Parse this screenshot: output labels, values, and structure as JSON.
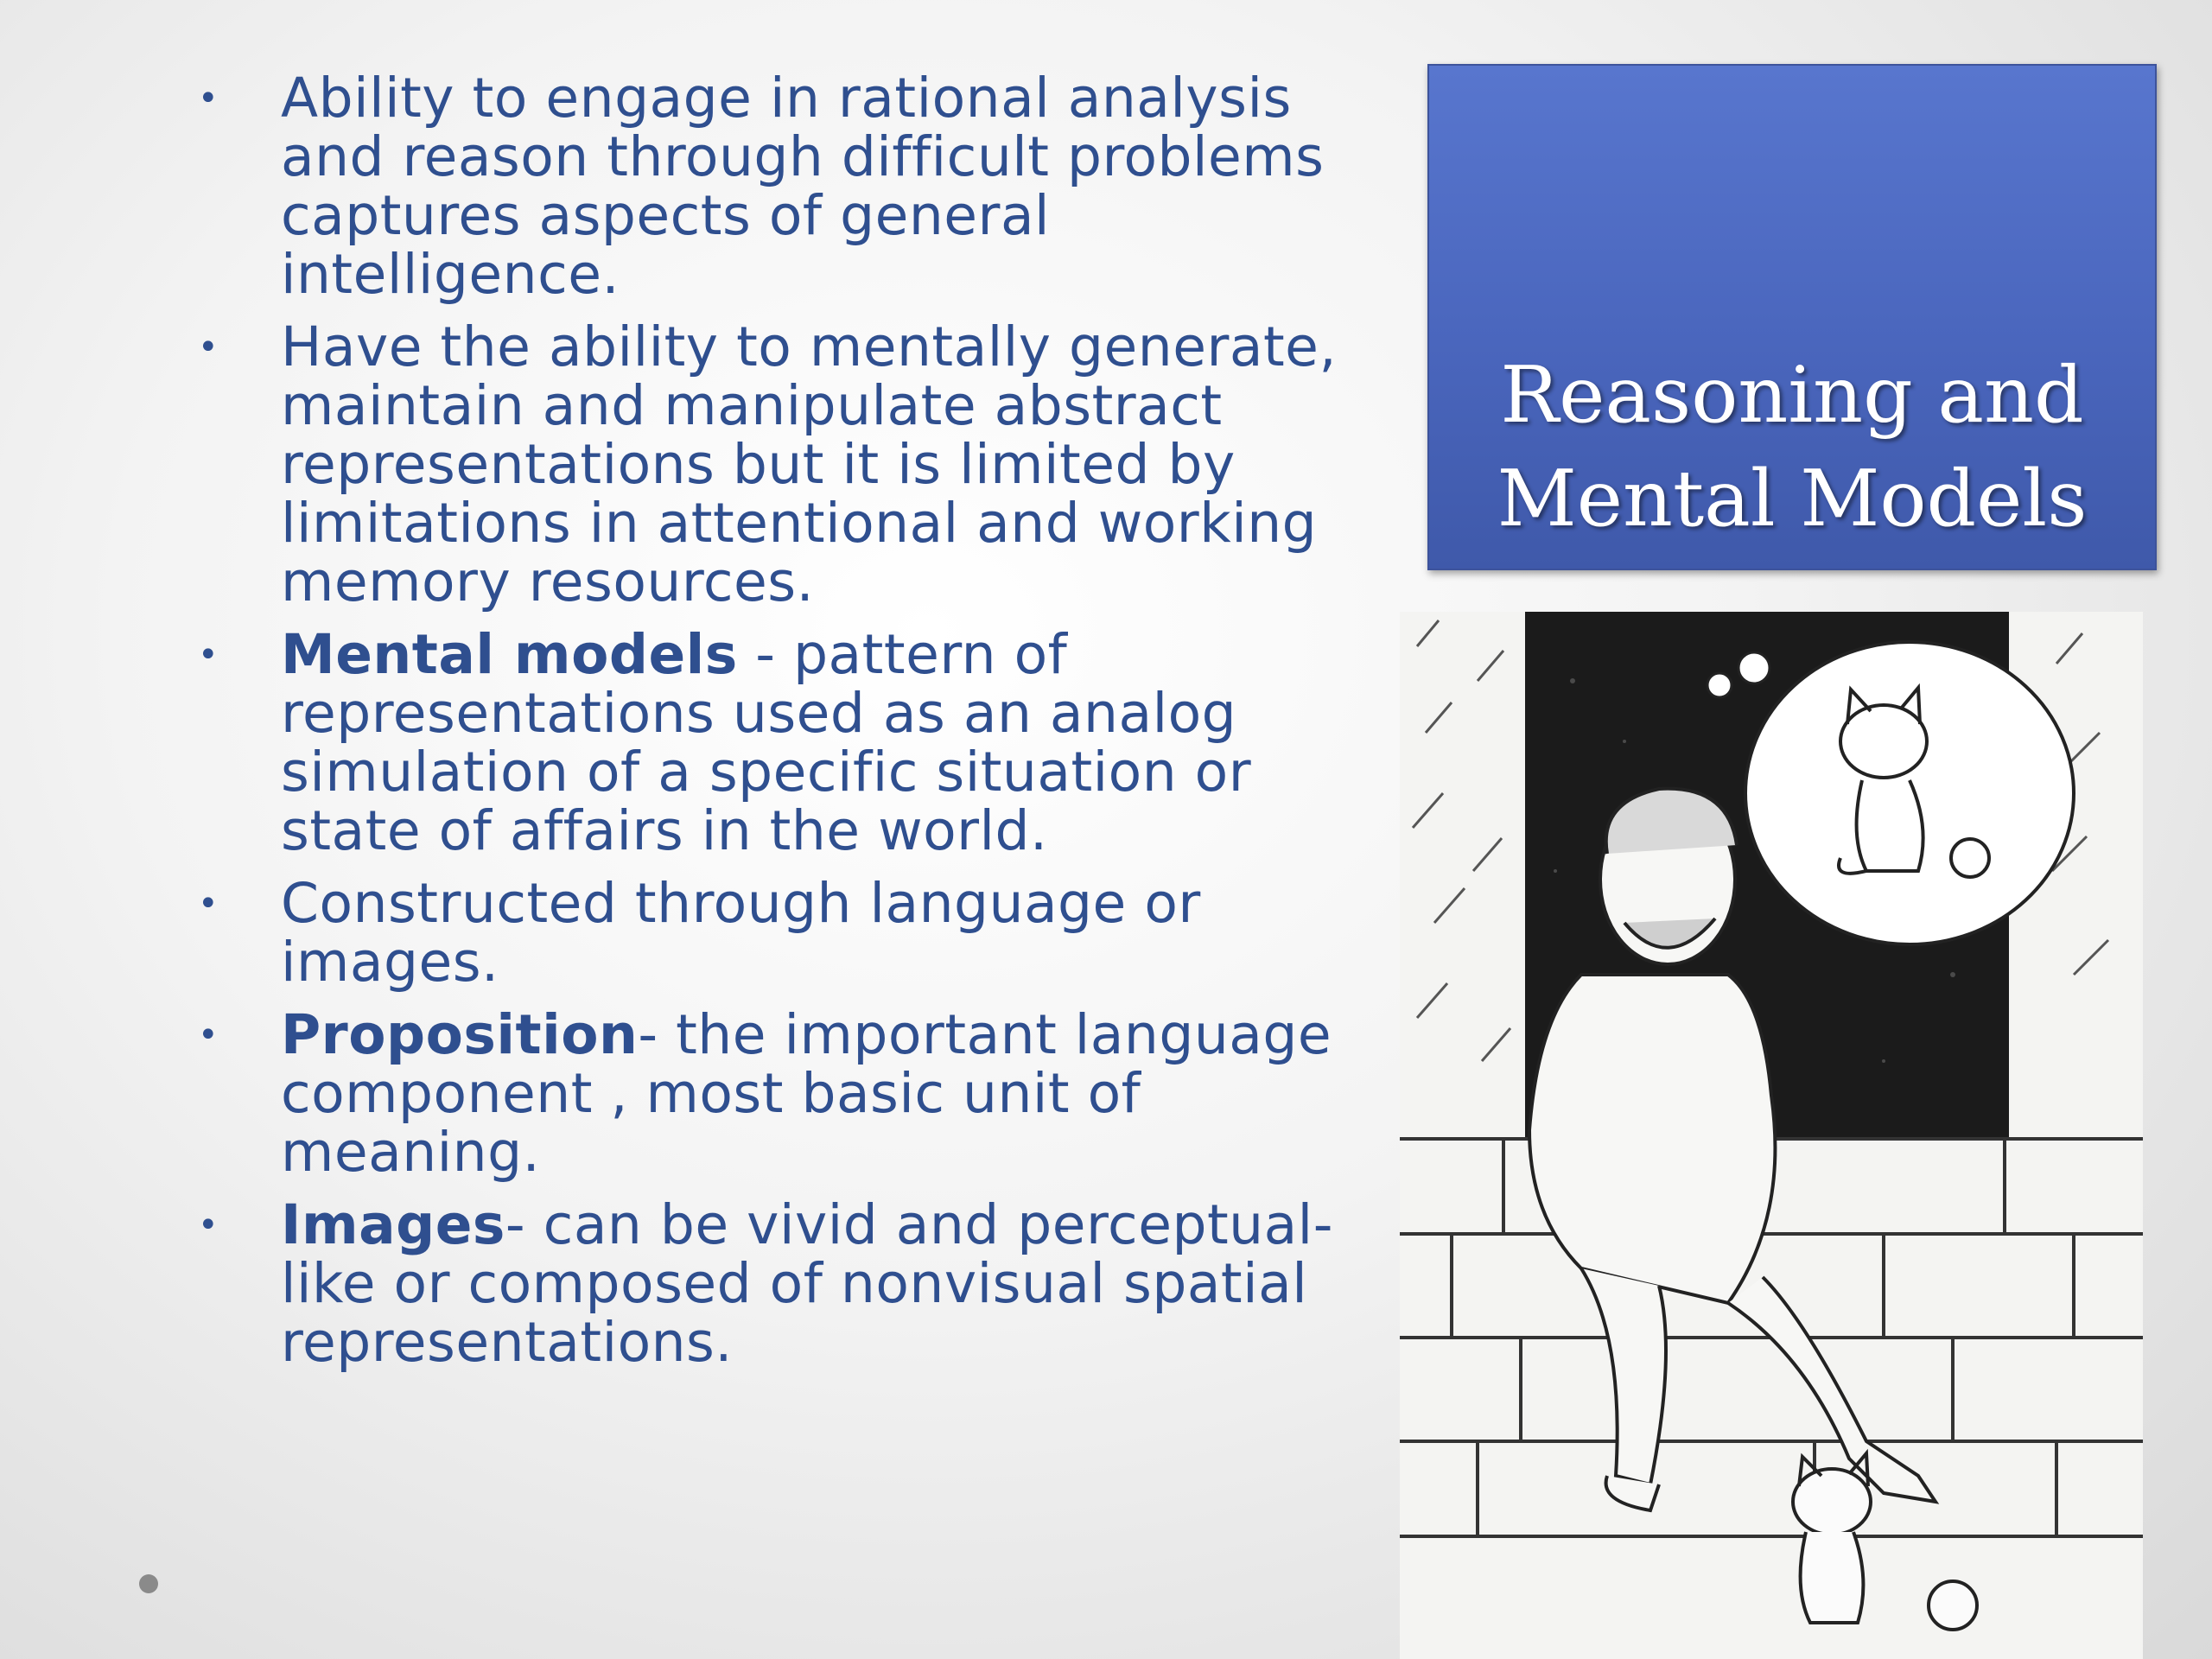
{
  "bullets": [
    {
      "bold": "",
      "text": "Ability to engage in rational analysis and reason through difficult problems captures aspects of general intelligence."
    },
    {
      "bold": "",
      "text": "Have the ability to mentally generate, maintain and manipulate abstract representations but it is limited by limitations in attentional and working memory resources."
    },
    {
      "bold": "Mental models",
      "text": " - pattern of representations used as an analog simulation of a specific situation or state of affairs in the world."
    },
    {
      "bold": "",
      "text": "Constructed through language or images."
    },
    {
      "bold": "Proposition",
      "text": "-  the important language component , most basic unit of meaning."
    },
    {
      "bold": "Images",
      "text": "- can be vivid and perceptual-like or composed of nonvisual spatial representations."
    }
  ],
  "title": {
    "line1": "Reasoning and",
    "line2": "Mental Models"
  },
  "colors": {
    "body_text": "#2f4f8f",
    "title_box": "#4a66bd",
    "title_text": "#ffffff"
  },
  "icons": {
    "bullet": "bullet-dot"
  }
}
